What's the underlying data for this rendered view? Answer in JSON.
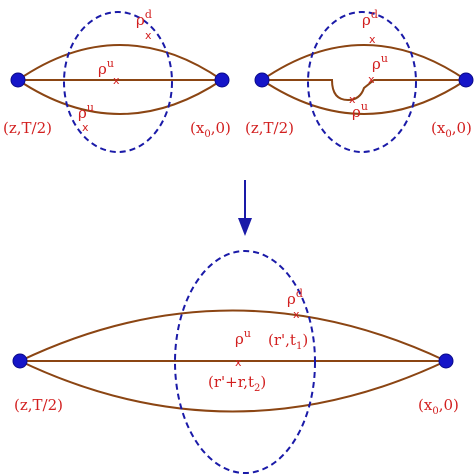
{
  "diagram_a": {
    "label_left": "(z,T/2)",
    "label_right_base": "(x",
    "label_right_sub": "0",
    "label_right_tail": ",0)",
    "rho_top": {
      "base": "ρ",
      "sup": "d"
    },
    "rho_mid": {
      "base": "ρ",
      "sup": "u"
    },
    "rho_bot": {
      "base": "ρ",
      "sup": "u"
    },
    "cross": "x"
  },
  "diagram_b": {
    "label_left": "(z,T/2)",
    "label_right_base": "(x",
    "label_right_sub": "0",
    "label_right_tail": ",0)",
    "rho_top": {
      "base": "ρ",
      "sup": "d"
    },
    "rho_mid": {
      "base": "ρ",
      "sup": "u"
    },
    "rho_bot": {
      "base": "ρ",
      "sup": "u"
    },
    "cross": "x"
  },
  "diagram_c": {
    "label_left": "(z,T/2)",
    "label_right_base": "(x",
    "label_right_sub": "0",
    "label_right_tail": ",0)",
    "rho_d": {
      "base": "ρ",
      "sup": "d"
    },
    "rho_u": {
      "base": "ρ",
      "sup": "u"
    },
    "pos_d": {
      "base": "(r',t",
      "sub": "1",
      "tail": ")"
    },
    "pos_u": {
      "base": "(r'+r,t",
      "sub": "2",
      "tail": ")"
    },
    "cross": "x"
  },
  "colors": {
    "propagator": "#8b4513",
    "ellipse": "#1a1aa8",
    "vertex": "#1515c8",
    "label": "#d21f1f"
  }
}
